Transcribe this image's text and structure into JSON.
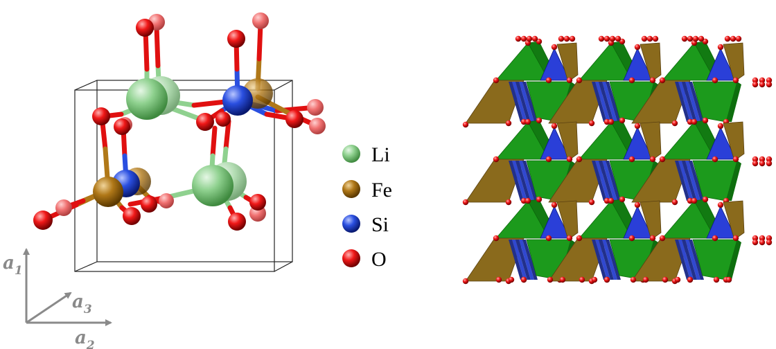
{
  "legend": [
    {
      "label": "Li",
      "color": "#8fd18f",
      "dark": "#3a8a3a"
    },
    {
      "label": "Fe",
      "color": "#b07818",
      "dark": "#5e3c00"
    },
    {
      "label": "Si",
      "color": "#2a4fe0",
      "dark": "#0a1a80"
    },
    {
      "label": "O",
      "color": "#f01818",
      "dark": "#800000"
    }
  ],
  "axes": {
    "a1": {
      "base": "a",
      "sub": "1"
    },
    "a2": {
      "base": "a",
      "sub": "2"
    },
    "a3": {
      "base": "a",
      "sub": "3"
    }
  },
  "colors": {
    "tetra_green": "#1c9a1c",
    "tetra_brown": "#8a6a1c",
    "tetra_blue": "#2a3fd8",
    "axis_gray": "#8a8a8a"
  }
}
